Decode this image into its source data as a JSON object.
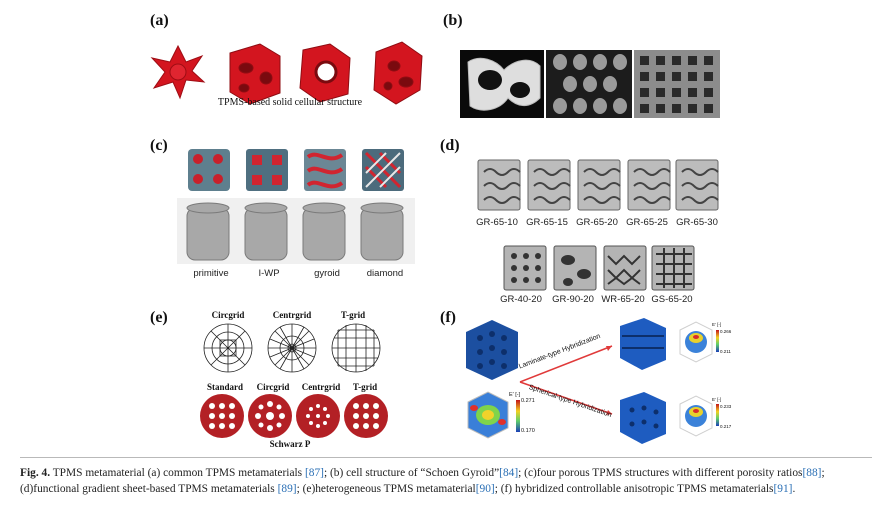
{
  "panels": {
    "a": {
      "label": "(a)",
      "caption": "TPMS-based solid cellular structure"
    },
    "b": {
      "label": "(b)"
    },
    "c": {
      "label": "(c)",
      "items": [
        "primitive",
        "I-WP",
        "gyroid",
        "diamond"
      ]
    },
    "d": {
      "label": "(d)",
      "row1": [
        "GR-65-10",
        "GR-65-15",
        "GR-65-20",
        "GR-65-25",
        "GR-65-30"
      ],
      "row2": [
        "GR-40-20",
        "GR-90-20",
        "WR-65-20",
        "GS-65-20"
      ]
    },
    "e": {
      "label": "(e)",
      "top": [
        "Circgrid",
        "Centrgrid",
        "T-grid"
      ],
      "bottom": [
        "Standard",
        "Circgrid",
        "Centrgrid",
        "T-grid"
      ],
      "footer": "Schwarz P"
    },
    "f": {
      "label": "(f)",
      "arrow_top": "Laminate-type Hybridization",
      "arrow_bottom": "Spherical-type Hybridization",
      "legend_main": {
        "title": "E′ [-]",
        "max": "0.271",
        "min": "0.170"
      },
      "legend_top": {
        "title": "E′ [-]",
        "max": "0.266",
        "min": "0.211"
      },
      "legend_bottom": {
        "title": "E′ [-]",
        "max": "0.233",
        "min": "0.217"
      }
    }
  },
  "caption": {
    "fig": "Fig. 4.",
    "t1": "TPMS metamaterial (a) common TPMS metamaterials ",
    "r1": "[87]",
    "t2": "; (b) cell structure of “Schoen Gyroid”",
    "r2": "[84]",
    "t3": "; (c)four porous TPMS structures with different porosity ratios",
    "r3": "[88]",
    "t4": "; (d)functional gradient sheet-based TPMS metamaterials ",
    "r4": "[89]",
    "t5": "; (e)heterogeneous TPMS metamaterial",
    "r5": "[90]",
    "t6": "; (f) hybridized controllable anisotropic TPMS metamaterials",
    "r6": "[91]",
    "t7": "."
  }
}
